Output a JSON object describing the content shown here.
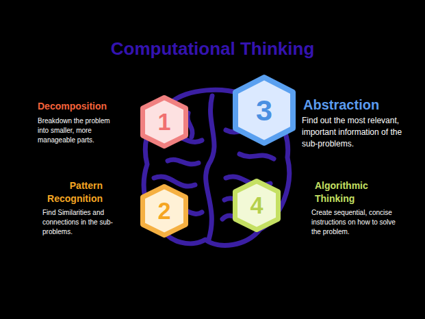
{
  "diagram": {
    "title": "Computational Thinking",
    "nodes": [
      {
        "text": [
          "1",
          "Decomposition",
          "Breakdown the problem into smaller, more manageable parts."
        ]
      },
      {
        "text": [
          "2",
          "Pattern Recognition",
          "Find Similarities and connections in the sub-problems."
        ]
      },
      {
        "text": [
          "3",
          "Abstraction",
          "Find out the most relevant, important information of the sub-problems."
        ]
      },
      {
        "text": [
          "4",
          "Algorithmic Thinking",
          "Create sequential, concise instructions on how to solve the problem."
        ]
      }
    ]
  }
}
